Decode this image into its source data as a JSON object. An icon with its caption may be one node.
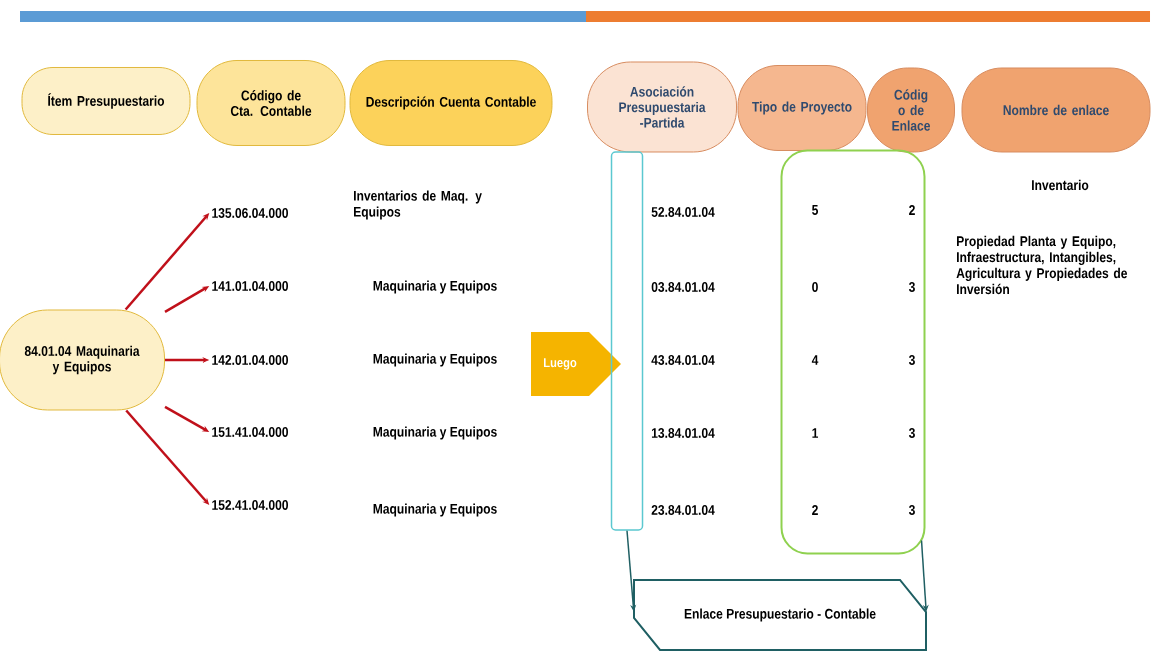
{
  "diagram": {
    "nodes": [
      {
        "text": [
          "Ítem Presupuestario"
        ]
      },
      {
        "text": [
          "Código de Cta. Contable"
        ]
      },
      {
        "text": [
          "Descripción Cuenta Contable"
        ]
      },
      {
        "text": [
          "Asociación Presupuestaria -Partida"
        ]
      },
      {
        "text": [
          "Tipo de Proyecto"
        ]
      },
      {
        "text": [
          "Códig o de Enlace"
        ]
      },
      {
        "text": [
          "Nombre de enlace"
        ]
      },
      {
        "text": [
          "84.01.04 Maquinaria y Equipos"
        ]
      },
      {
        "text": [
          "135.06.04.000"
        ]
      },
      {
        "text": [
          "141.01.04.000"
        ]
      },
      {
        "text": [
          "142.01.04.000"
        ]
      },
      {
        "text": [
          "151.41.04.000"
        ]
      },
      {
        "text": [
          "152.41.04.000"
        ]
      },
      {
        "text": [
          "Luego"
        ]
      },
      {
        "text": [],
        "shape": "box"
      },
      {
        "text": [],
        "shape": "box"
      },
      {
        "text": [
          "Enlace Presupuestario - Contable"
        ]
      }
    ],
    "edges": [
      {
        "from": 7,
        "to": 8,
        "arrow": "to"
      },
      {
        "from": 7,
        "to": 9,
        "arrow": "to"
      },
      {
        "from": 7,
        "to": 10,
        "arrow": "to"
      },
      {
        "from": 7,
        "to": 11,
        "arrow": "to"
      },
      {
        "from": 7,
        "to": 12,
        "arrow": "to"
      },
      {
        "from": 14,
        "to": 16,
        "arrow": "to",
        "color": "#1f5f63"
      },
      {
        "from": 15,
        "to": 16,
        "arrow": "to",
        "color": "#1f5f63"
      }
    ],
    "labels": [
      "Inventario",
      "Inventarios de Maq. y Equipos",
      "52.84.01.04",
      "5",
      "2",
      "Propiedad Planta y Equipo, Infraestructura, Intangibles, Agricultura y Propiedades de Inversión",
      "Maquinaria y Equipos",
      "03.84.01.04",
      "0",
      "3",
      "Maquinaria y Equipos",
      "43.84.01.04",
      "4",
      "3",
      "Maquinaria y Equipos",
      "13.84.01.04",
      "1",
      "3",
      "Maquinaria y Equipos",
      "23.84.01.04",
      "2",
      "3"
    ]
  }
}
